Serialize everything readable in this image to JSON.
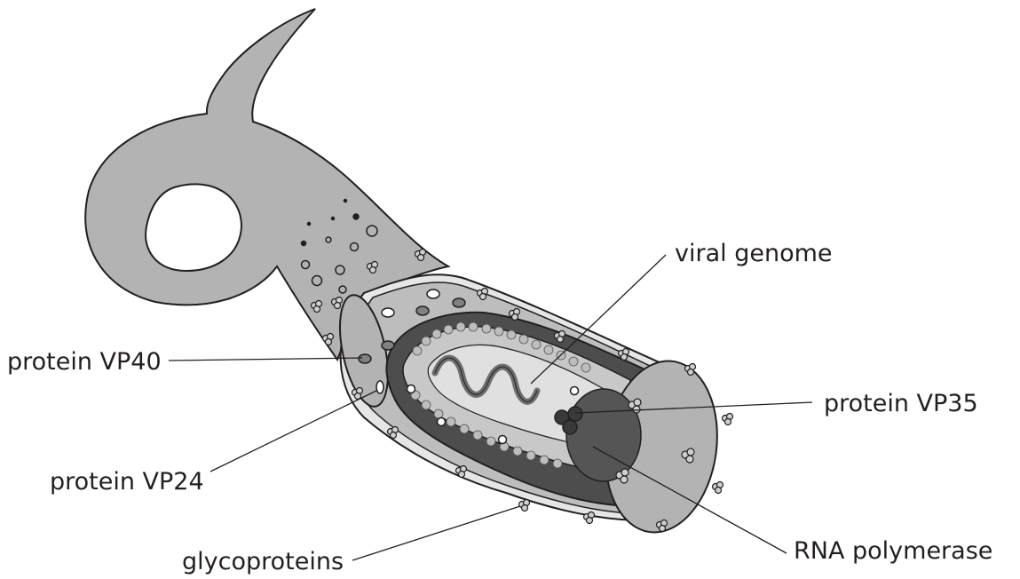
{
  "labels": {
    "viral_genome": "viral genome",
    "protein_vp40": "protein VP40",
    "protein_vp35": "protein VP35",
    "protein_vp24": "protein VP24",
    "glycoproteins": "glycoproteins",
    "rna_polymerase": "RNA polymerase"
  },
  "colors": {
    "outline": "#231f20",
    "body_grey": "#b3b3b3",
    "envelope_light": "#e6e6e6",
    "matrix_grey": "#bdbdbd",
    "core_dark": "#4d4d4d",
    "nucleocapsid_bead": "#c8c8c8",
    "genome_ribbon": "#6d6d6d",
    "polymerase_dark": "#555555",
    "background": "#ffffff"
  }
}
